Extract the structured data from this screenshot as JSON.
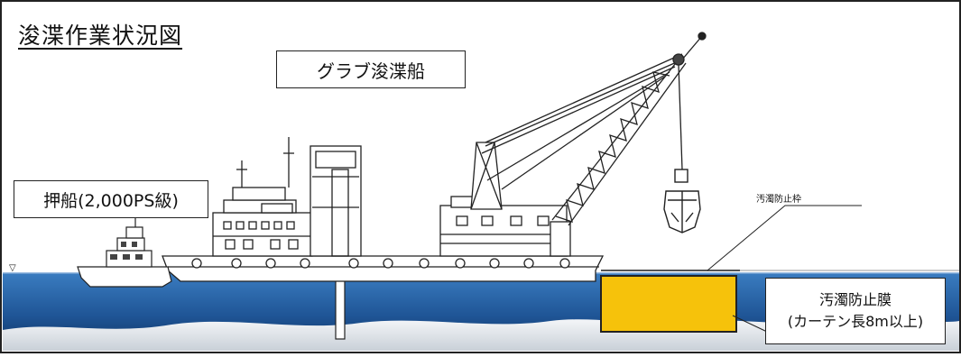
{
  "title": "浚渫作業状況図",
  "labels": {
    "grab_dredger": "グラブ浚渫船",
    "pusher_tug": "押船(2,000PS級)",
    "silt_fence_frame": "汚濁防止枠",
    "silt_curtain_line1": "汚濁防止膜",
    "silt_curtain_line2": "(カーテン長8m以上)"
  },
  "colors": {
    "water_surface": "#2f6fb2",
    "water_deep": "#143e6e",
    "seabed": "#e6eaee",
    "silt_curtain": "#f6c20b",
    "frame": "#222222"
  }
}
